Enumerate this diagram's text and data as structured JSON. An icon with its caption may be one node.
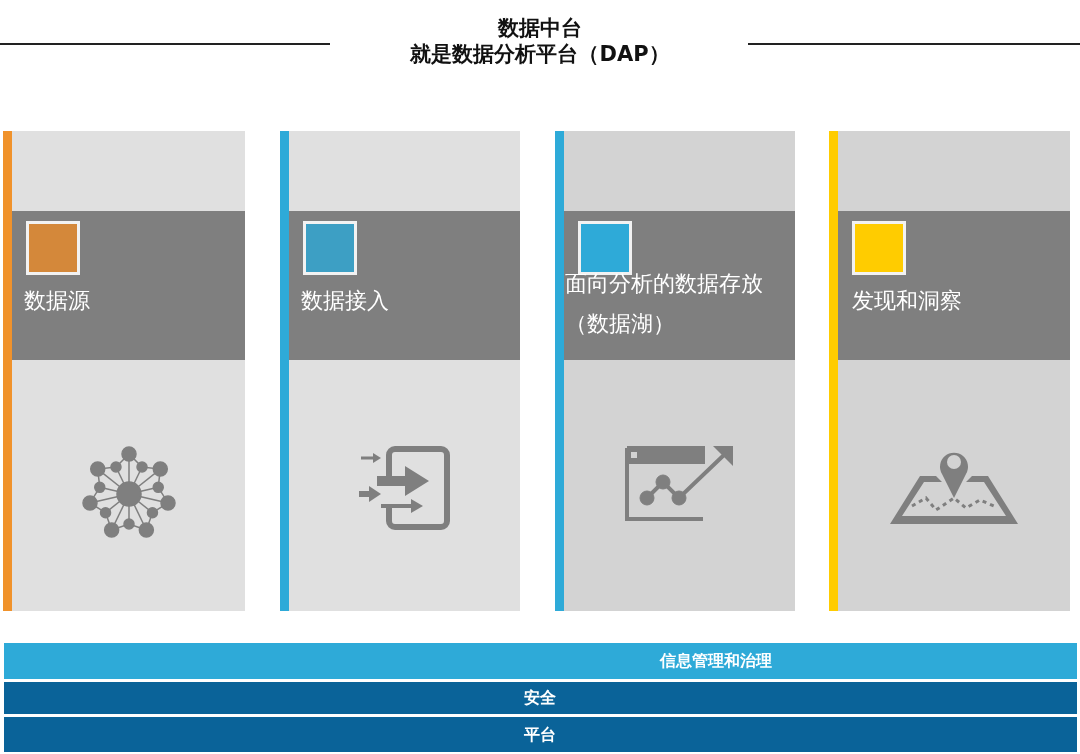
{
  "diagram": {
    "title": "数据中台",
    "nodes": [
      {
        "text": [
          "数据源"
        ]
      },
      {
        "text": [
          "数据接入"
        ]
      },
      {
        "text": [
          "面向分析的数据存放（数据湖）"
        ]
      },
      {
        "text": [
          "发现和洞察"
        ]
      },
      {
        "text": [
          "信息管理和治理"
        ]
      },
      {
        "text": [
          "安全"
        ]
      },
      {
        "text": [
          "平台"
        ]
      }
    ],
    "labels": [
      "就是数据分析平台（DAP）"
    ]
  }
}
